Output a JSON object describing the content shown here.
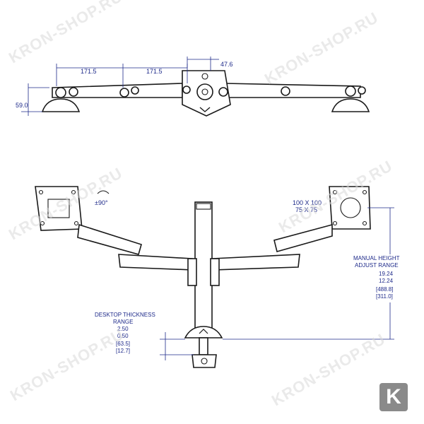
{
  "top_view": {
    "dim_arm_left": "171.5",
    "dim_arm_right": "171.5",
    "dim_hub": "47.6",
    "dim_height": "59.0"
  },
  "front_view": {
    "rotation": "±90°",
    "vesa_line1": "100 X 100",
    "vesa_line2": "75 X 75",
    "desk_title_1": "DESKTOP THICKNESS",
    "desk_title_2": "RANGE",
    "desk_v1": "2.50",
    "desk_v2": "0.50",
    "desk_v3": "[63.5]",
    "desk_v4": "[12.7]",
    "height_title_1": "MANUAL HEIGHT",
    "height_title_2": "ADJUST RANGE",
    "height_v1": "19.24",
    "height_v2": "12.24",
    "height_v3": "[488.8]",
    "height_v4": "[311.0]"
  },
  "watermark": "KRON-SHOP.RU",
  "logo_letter": "K",
  "colors": {
    "dimension": "#1e2a8a",
    "line": "#1a1a1a",
    "watermark": "#d9d9d9",
    "logo": "#8a8a8a"
  }
}
